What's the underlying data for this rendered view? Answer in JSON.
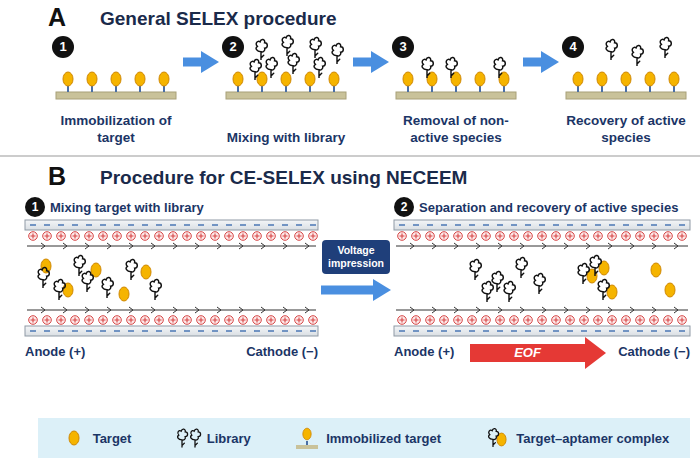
{
  "diagram": {
    "nodes": [
      {
        "text": [
          "1",
          "Immobilization of target"
        ]
      },
      {
        "text": [
          "2",
          "Mixing with library"
        ]
      },
      {
        "text": [
          "3",
          "Removal of non-active species"
        ]
      },
      {
        "text": [
          "4",
          "Recovery of active species"
        ]
      },
      {
        "text": [
          "1",
          "Mixing target with library"
        ]
      },
      {
        "text": [
          "Voltage impression"
        ]
      },
      {
        "text": [
          "2",
          "Separation and recovery of active species"
        ]
      }
    ],
    "edges": [
      {
        "from": 0,
        "to": 1,
        "arrow": "to"
      },
      {
        "from": 1,
        "to": 2,
        "arrow": "to"
      },
      {
        "from": 2,
        "to": 3,
        "arrow": "to"
      },
      {
        "from": 4,
        "to": 6,
        "arrow": "to"
      }
    ],
    "labels": [
      "A",
      "General SELEX procedure",
      "B",
      "Procedure for CE-SELEX using NECEEM",
      "Anode (+)",
      "Cathode (−)",
      "Anode (+)",
      "Cathode (−)",
      "EOF"
    ],
    "legend": [
      {
        "text": "Target"
      },
      {
        "text": "Library"
      },
      {
        "text": "Immobilized target"
      },
      {
        "text": "Target–aptamer complex"
      }
    ]
  }
}
